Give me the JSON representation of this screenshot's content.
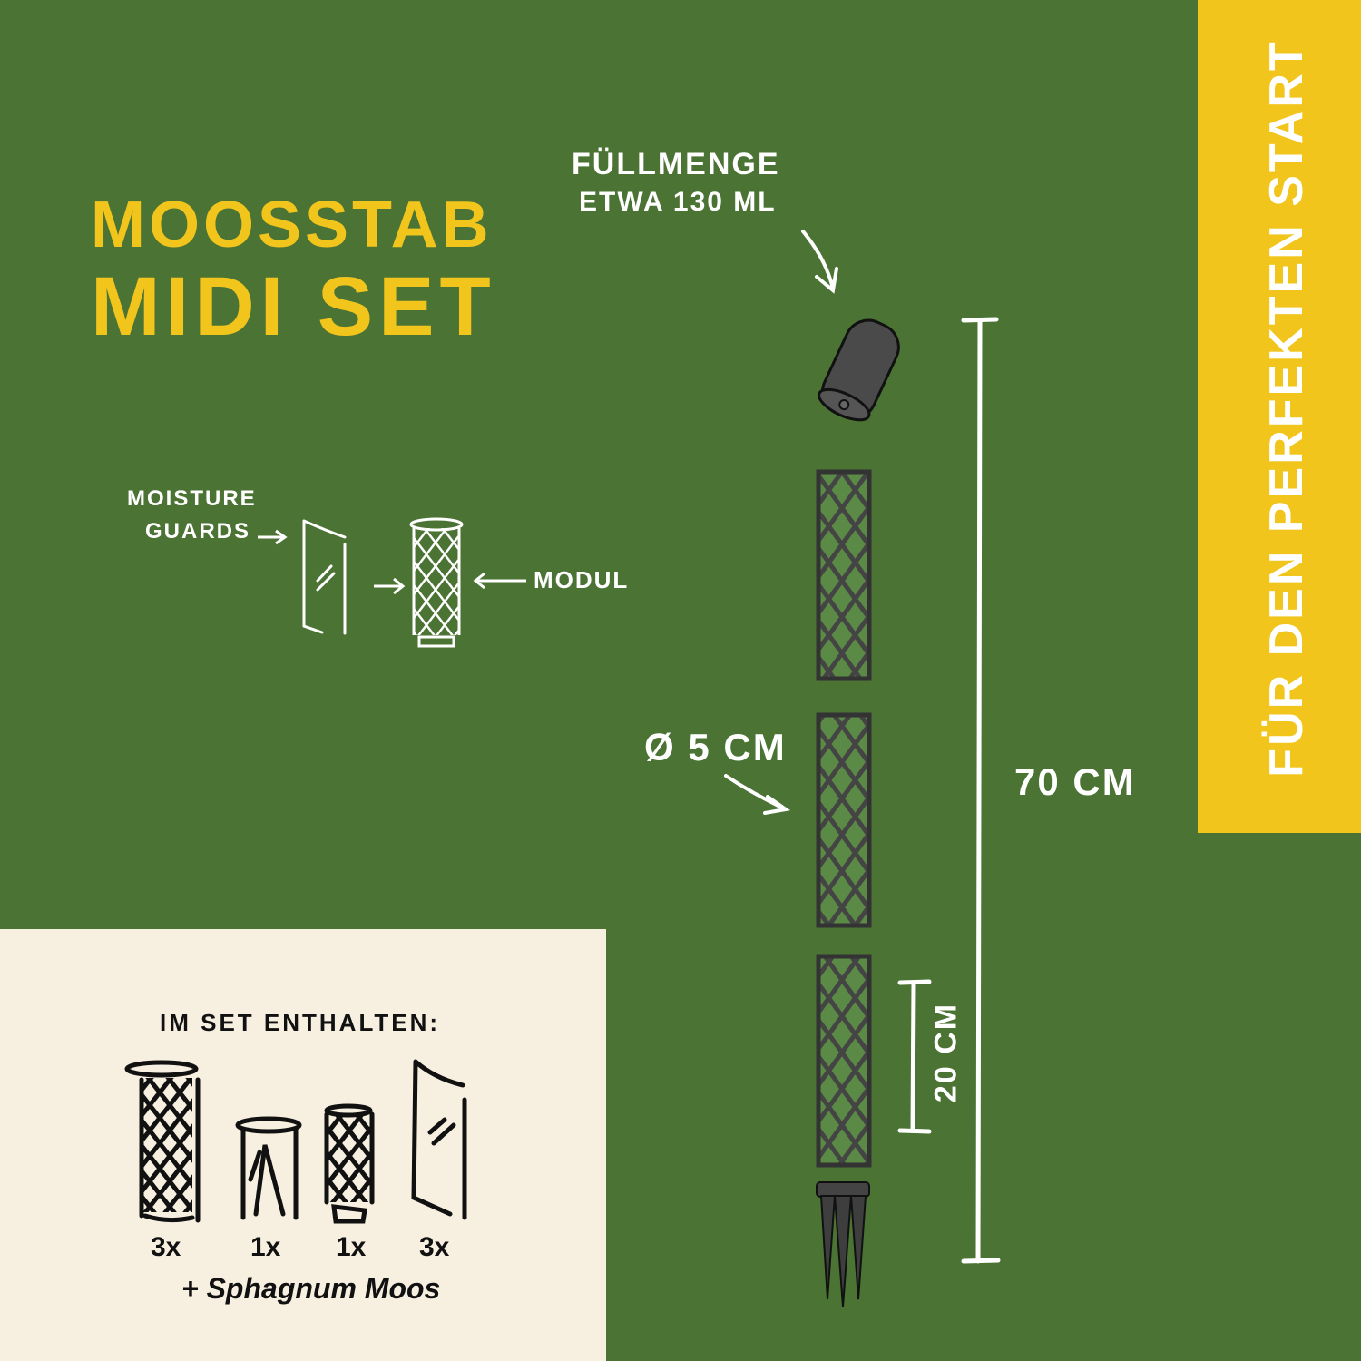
{
  "title": {
    "line1": "MOOSSTAB",
    "line2": "MIDI SET"
  },
  "side_banner": "FÜR DEN PERFEKTEN START",
  "fill_note": {
    "line1": "FÜLLMENGE",
    "line2": "ETWA 130 ML"
  },
  "diameter_label": "Ø 5 CM",
  "total_height_label": "70 CM",
  "module_height_label": "20 CM",
  "legend": {
    "guards_line1": "MOISTURE",
    "guards_line2": "GUARDS",
    "module": "MODUL"
  },
  "set_contents": {
    "heading": "IM SET ENTHALTEN:",
    "items": [
      {
        "name": "module",
        "qty": "3x"
      },
      {
        "name": "spike",
        "qty": "1x"
      },
      {
        "name": "reservoir",
        "qty": "1x"
      },
      {
        "name": "moisture-guard",
        "qty": "3x"
      }
    ],
    "extra": "+ Sphagnum Moos"
  },
  "colors": {
    "background": "#4b7334",
    "accent": "#f2c51c",
    "panel": "#f7efe0",
    "product": "#4a4a4a"
  }
}
